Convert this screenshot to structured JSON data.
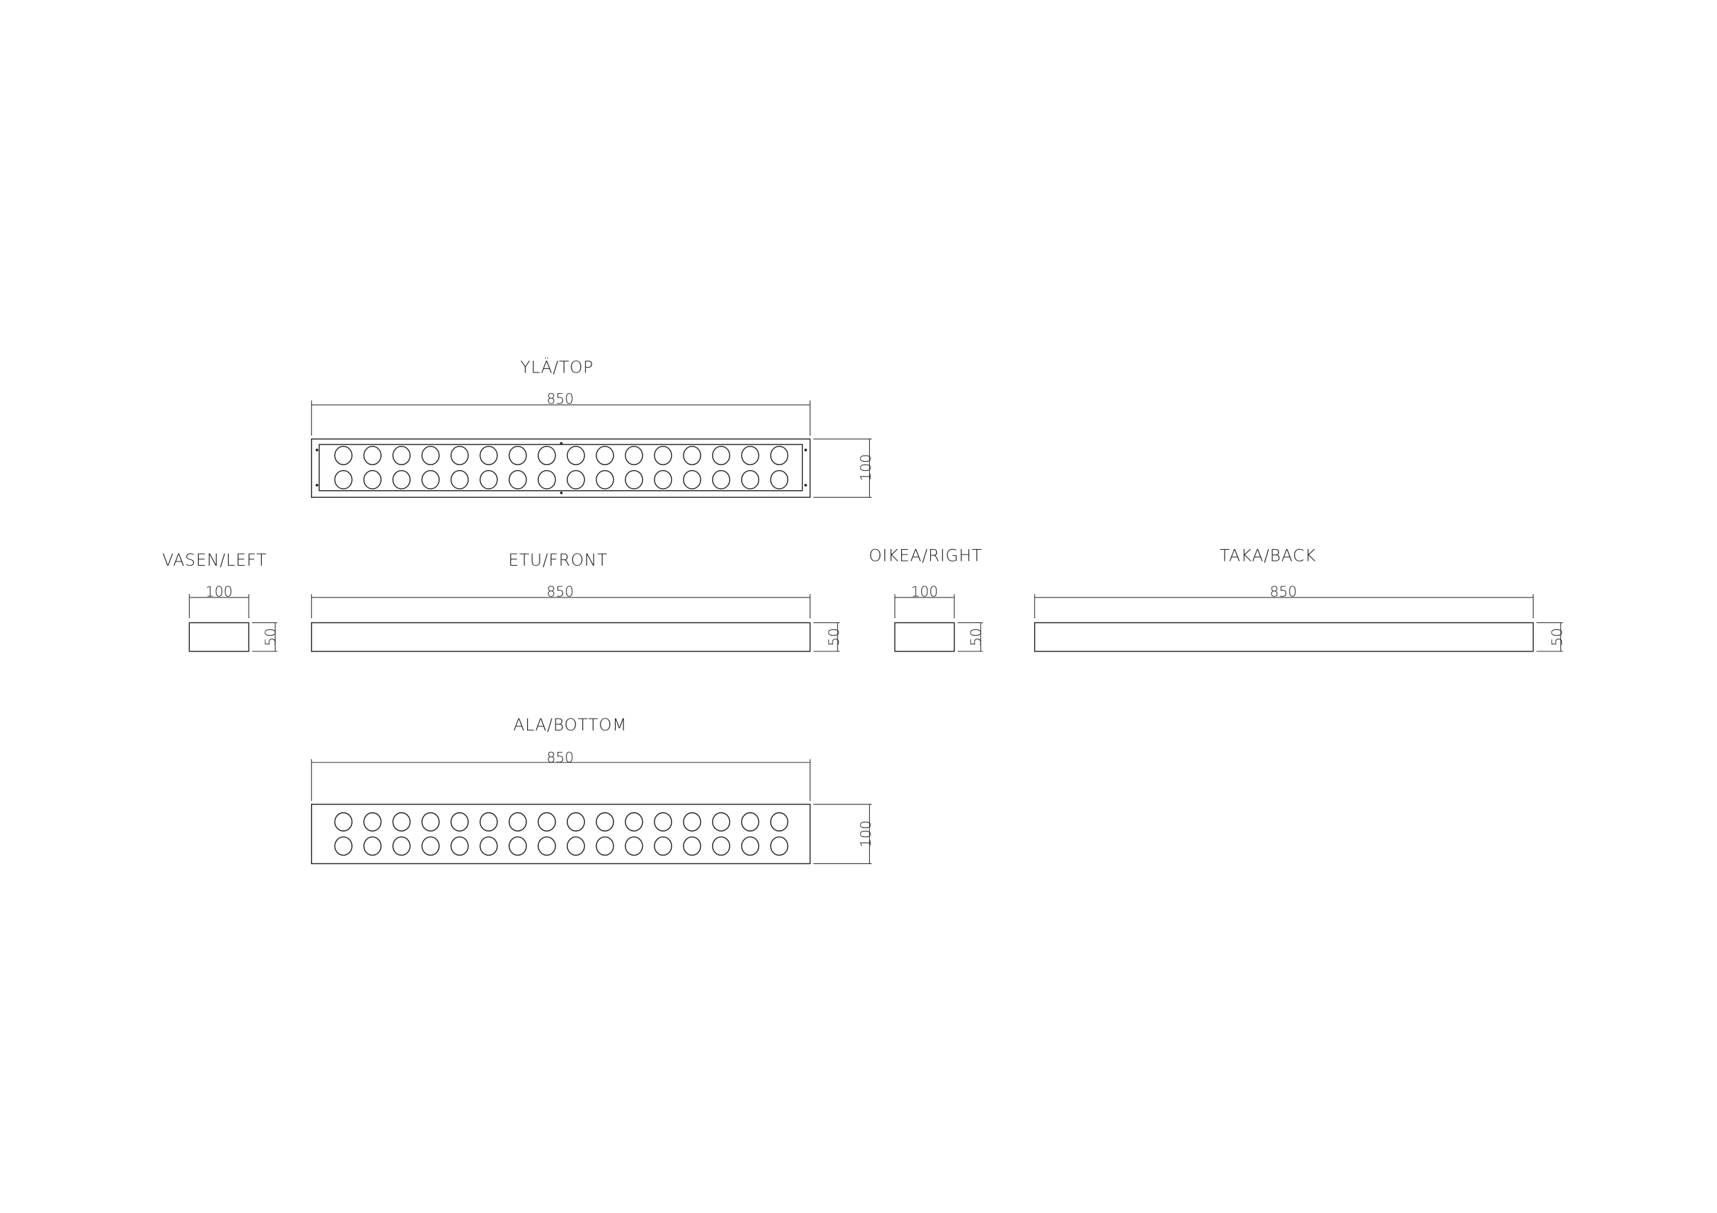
{
  "views": {
    "top": {
      "title": "YLÄ/TOP",
      "width_dim": "850",
      "height_dim": "100"
    },
    "left": {
      "title": "VASEN/LEFT",
      "width_dim": "100",
      "height_dim": "50"
    },
    "front": {
      "title": "ETU/FRONT",
      "width_dim": "850",
      "height_dim": "50"
    },
    "right": {
      "title": "OIKEA/RIGHT",
      "width_dim": "100",
      "height_dim": "50"
    },
    "back": {
      "title": "TAKA/BACK",
      "width_dim": "850",
      "height_dim": "50"
    },
    "bottom": {
      "title": "ALA/BOTTOM",
      "width_dim": "850",
      "height_dim": "100"
    }
  },
  "holes": {
    "columns": 16,
    "rows": 2
  }
}
